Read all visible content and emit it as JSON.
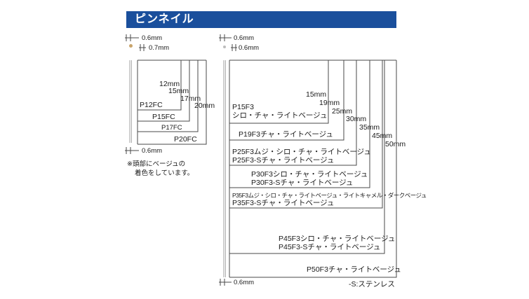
{
  "title": "ピンネイル",
  "left_group": {
    "dimensions": {
      "shank_top": "0.6mm",
      "head": "0.7mm",
      "shank_bottom": "0.6mm"
    },
    "lengths": [
      "12mm",
      "15mm",
      "17mm",
      "20mm"
    ],
    "models": [
      "P12FC",
      "P15FC",
      "P17FC",
      "P20FC"
    ],
    "note": [
      "※頭部にベージュの",
      "着色をしています。"
    ]
  },
  "right_group": {
    "dimensions": {
      "shank_top": "0.6mm",
      "head": "0.6mm",
      "shank_bottom": "0.6mm"
    },
    "lengths": [
      "15mm",
      "19mm",
      "25mm",
      "30mm",
      "35mm",
      "45mm",
      "50mm"
    ],
    "models": [
      {
        "lines": [
          "P15F3",
          "シロ・チャ・ライトベージュ"
        ]
      },
      {
        "lines": [
          "P19F3チャ・ライトベージュ"
        ]
      },
      {
        "lines": [
          "P25F3ムジ・シロ・チャ・ライトベージュ",
          "P25F3-Sチャ・ライトベージュ"
        ]
      },
      {
        "lines": [
          "P30F3シロ・チャ・ライトベージュ",
          "P30F3-Sチャ・ライトベージュ"
        ]
      },
      {
        "lines": [
          "P35F3ムジ・シロ・チャ・ライトベージュ・ライトキャメル・ダークベージュ",
          "P35F3-Sチャ・ライトベージュ"
        ]
      },
      {
        "lines": [
          "P45F3シロ・チャ・ライトベージュ",
          "P45F3-Sチャ・ライトベージュ"
        ]
      },
      {
        "lines": [
          "P50F3チャ・ライトベージュ"
        ]
      }
    ]
  },
  "legend": "-S:ステンレス",
  "colors": {
    "banner": "#1a4f9c",
    "head_left": "#c9a46b"
  }
}
